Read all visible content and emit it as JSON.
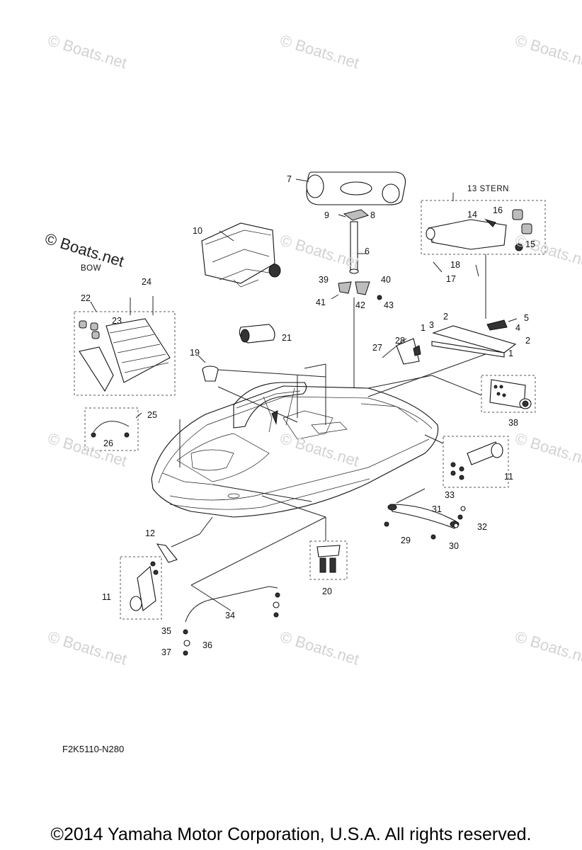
{
  "watermark": "© Boats.net",
  "diagram_code": "F2K5110-N280",
  "copyright": "©2014 Yamaha Motor Corporation, U.S.A. All rights reserved.",
  "labels": {
    "stern": "13 STERN",
    "bow": "BOW"
  },
  "callouts": [
    "1",
    "1",
    "2",
    "2",
    "3",
    "4",
    "5",
    "6",
    "7",
    "8",
    "9",
    "10",
    "11",
    "11",
    "12",
    "14",
    "15",
    "16",
    "17",
    "18",
    "19",
    "20",
    "21",
    "22",
    "23",
    "24",
    "25",
    "26",
    "27",
    "28",
    "29",
    "30",
    "31",
    "32",
    "33",
    "34",
    "35",
    "36",
    "37",
    "38",
    "39",
    "40",
    "41",
    "42",
    "43"
  ]
}
